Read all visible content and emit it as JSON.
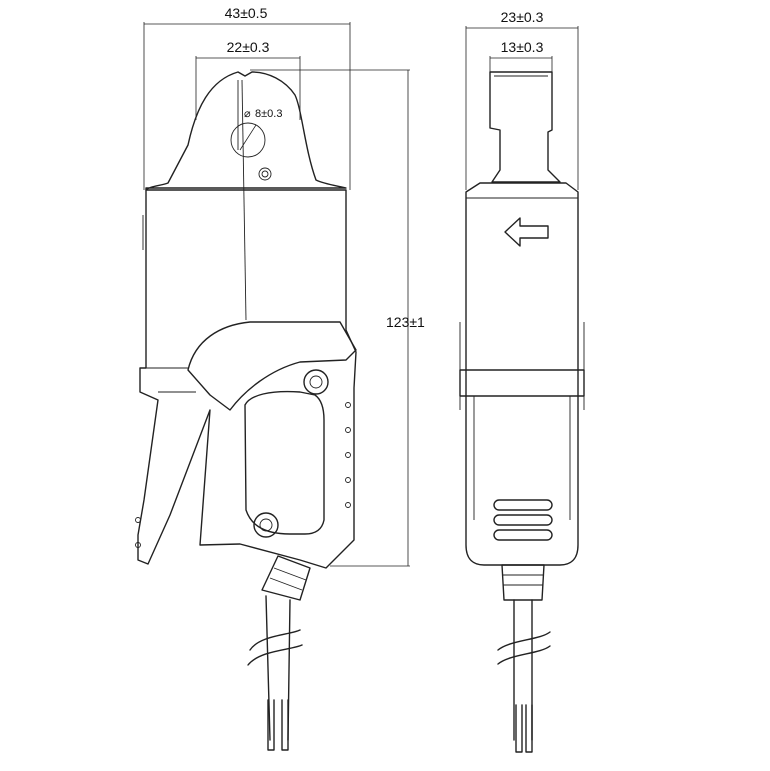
{
  "dimensions": {
    "overall_width": "43±0.5",
    "jaw_opening": "22±0.3",
    "hole_diameter": "8±0.3",
    "hole_symbol": "⌀",
    "overall_length": "123±1",
    "side_width": "23±0.3",
    "side_jaw_width": "13±0.3"
  },
  "icons": {
    "direction": "arrow-left-icon"
  }
}
